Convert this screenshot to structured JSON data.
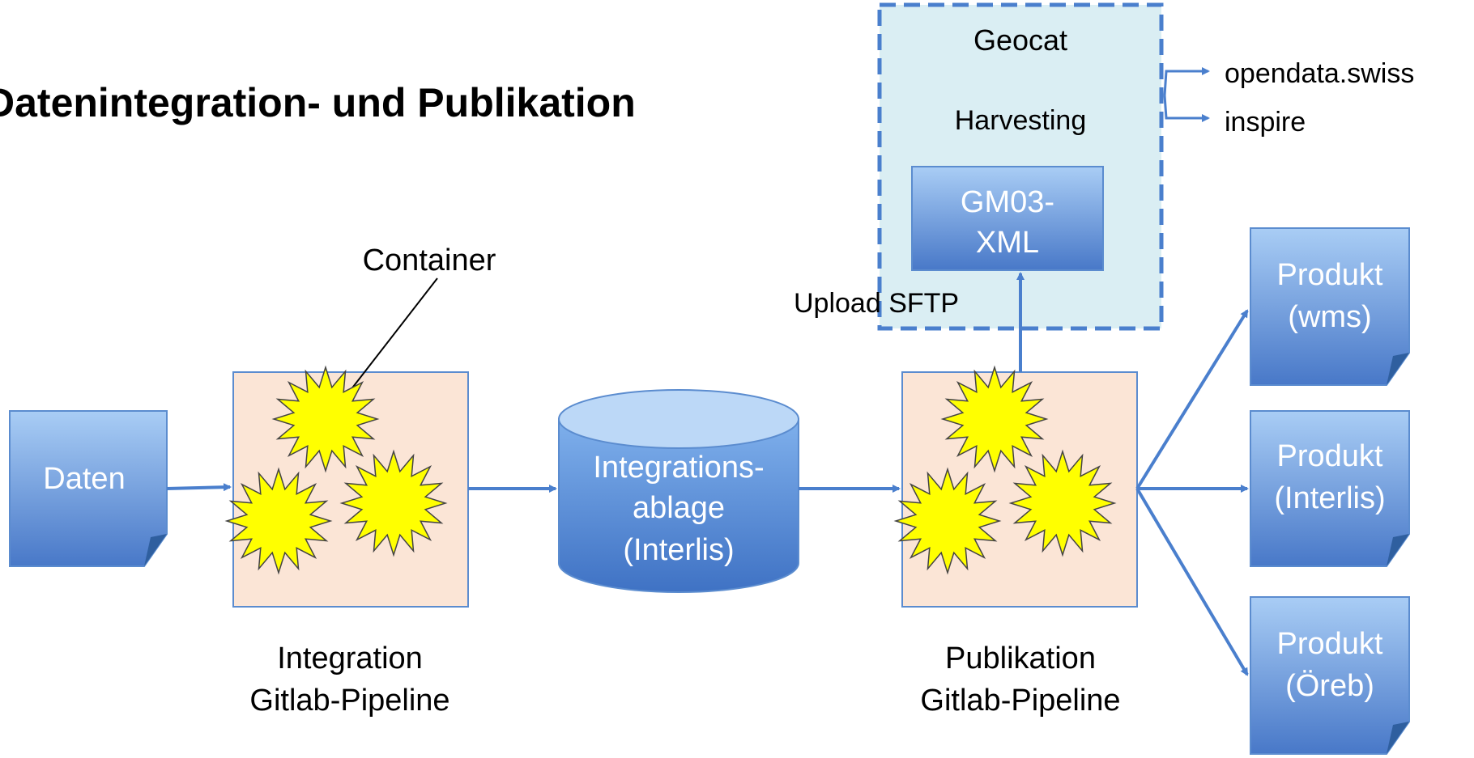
{
  "title": "Datenintegration- und Publikation",
  "nodes": {
    "daten": "Daten",
    "container_label": "Container",
    "integration": {
      "line1": "Integration",
      "line2": "Gitlab-Pipeline"
    },
    "storage": {
      "line1": "Integrations-",
      "line2": "ablage",
      "line3": "(Interlis)"
    },
    "publikation": {
      "line1": "Publikation",
      "line2": "Gitlab-Pipeline"
    },
    "geocat": {
      "title": "Geocat",
      "harvesting": "Harvesting",
      "xml_line1": "GM03-",
      "xml_line2": "XML"
    },
    "upload": "Upload SFTP",
    "outputs": [
      "opendata.swiss",
      "inspire"
    ],
    "products": [
      {
        "line1": "Produkt",
        "line2": "(wms)"
      },
      {
        "line1": "Produkt",
        "line2": "(Interlis)"
      },
      {
        "line1": "Produkt",
        "line2": "(Öreb)"
      }
    ]
  },
  "colors": {
    "box_blue_top": "#9ec3f0",
    "box_blue_bottom": "#4a7fcd",
    "pipeline_fill": "#fbe5d6",
    "pipeline_border": "#5b8ccf",
    "star_fill": "#ffff00",
    "arrow": "#4a7fcd",
    "geocat_fill": "#daeef3",
    "geocat_border": "#4a7fcd"
  },
  "icons": [
    "document-icon",
    "database-icon",
    "star-burst-icon"
  ]
}
